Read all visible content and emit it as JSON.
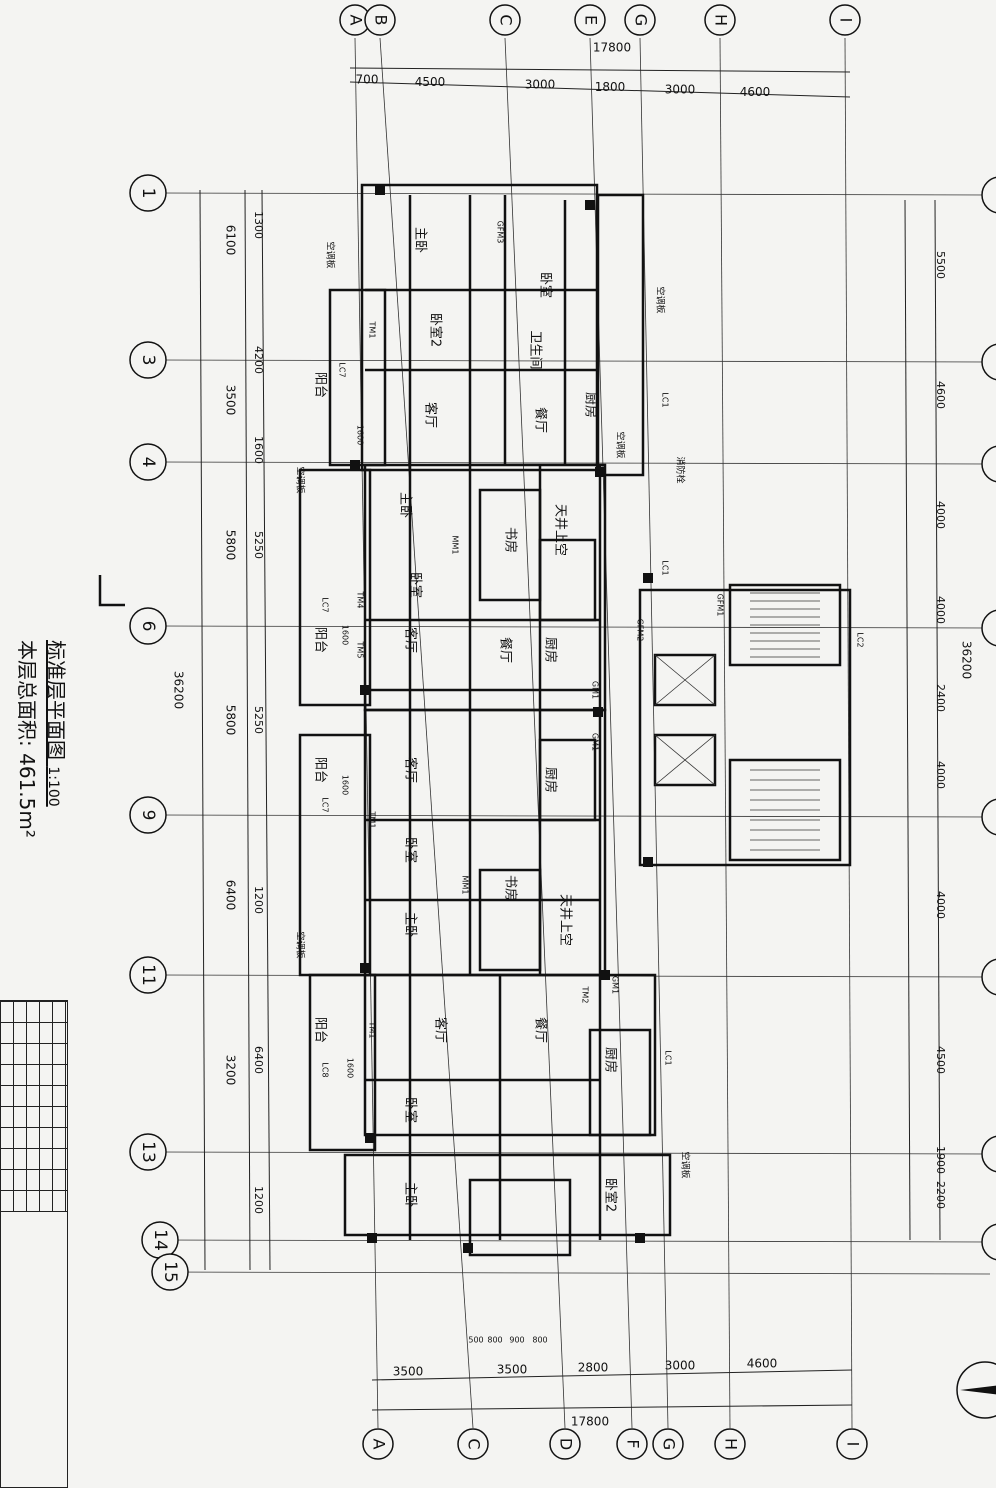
{
  "title": {
    "name": "标准层平面图",
    "scale": "1:100",
    "area": "本层总面积: 461.5m²"
  },
  "axes_vertical_top": [
    "A",
    "B",
    "C",
    "E",
    "G",
    "H",
    "I"
  ],
  "axes_vertical_bottom": [
    "A",
    "C",
    "D",
    "F",
    "G",
    "H",
    "I"
  ],
  "axes_horizontal": [
    "1",
    "3",
    "4",
    "6",
    "9",
    "11",
    "13",
    "14",
    "15"
  ],
  "dims": {
    "top_total": "17800",
    "top": [
      "700",
      "4500",
      "3000",
      "1800",
      "3000",
      "4600"
    ],
    "bottom_total": "17800",
    "bottom": [
      "3500",
      "3500",
      "2800",
      "3000",
      "4600"
    ],
    "bottom_small": [
      "500",
      "800",
      "900",
      "800"
    ],
    "left_total": "36200",
    "left_outer": [
      "6100",
      "3500",
      "5800",
      "5800",
      "6400",
      "3200"
    ],
    "left_inner": [
      "1300",
      "4200",
      "1600",
      "5250",
      "5250",
      "1200",
      "6400",
      "1200"
    ],
    "right_total": "36200",
    "right": [
      "5500",
      "4600",
      "4000",
      "4000",
      "2400",
      "4000",
      "4000",
      "4500",
      "1900",
      "2200"
    ]
  },
  "rooms": [
    "主卧",
    "卧室",
    "卧室2",
    "客厅",
    "阳台",
    "餐厅",
    "厨房",
    "卫生间",
    "书房",
    "天井上空",
    "主卧",
    "卧室",
    "阳台",
    "客厅",
    "厨房",
    "餐厅",
    "客厅",
    "阳台",
    "卧室",
    "书房",
    "天井上空",
    "厨房",
    "主卧",
    "客厅",
    "阳台",
    "餐厅",
    "厨房",
    "卧室",
    "主卧",
    "卧室2",
    "空调板",
    "空调板",
    "空调板",
    "空调板",
    "空调板",
    "空调板",
    "消防栓"
  ],
  "tags": [
    "LC7",
    "LC7",
    "LC7",
    "LC8",
    "LC1",
    "LC1",
    "LC1",
    "LC2",
    "GM1",
    "GM1",
    "GM1",
    "TM1",
    "TM1",
    "TM1",
    "TM2",
    "TM4",
    "TM5",
    "MM1",
    "MM1",
    "GFM3",
    "GFM1",
    "GFM2",
    "1600",
    "1600",
    "1600",
    "1600"
  ]
}
